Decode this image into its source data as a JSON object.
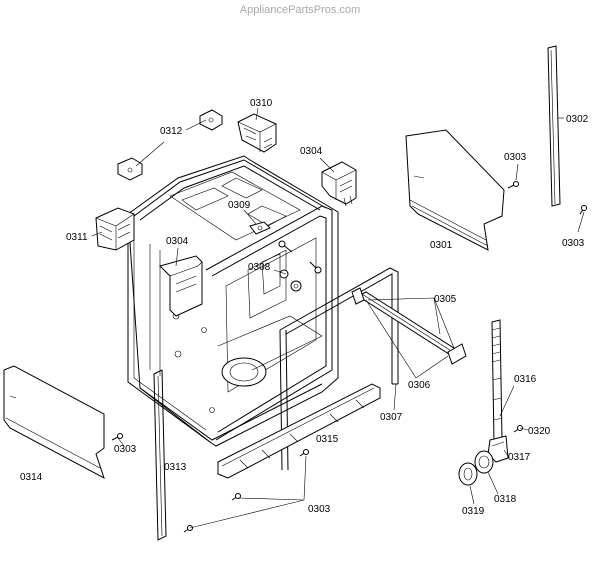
{
  "watermark": "AppliancePartsPros.com",
  "labels": {
    "p0310": "0310",
    "p0312": "0312",
    "p0304a": "0304",
    "p0304b": "0304",
    "p0309": "0309",
    "p0311": "0311",
    "p0308": "0308",
    "p0301": "0301",
    "p0302": "0302",
    "p0303a": "0303",
    "p0303b": "0303",
    "p0303c": "0303",
    "p0303d": "0303",
    "p0305": "0305",
    "p0306": "0306",
    "p0307": "0307",
    "p0313": "0313",
    "p0314": "0314",
    "p0315": "0315",
    "p0316": "0316",
    "p0317": "0317",
    "p0318": "0318",
    "p0319": "0319",
    "p0320": "0320"
  }
}
